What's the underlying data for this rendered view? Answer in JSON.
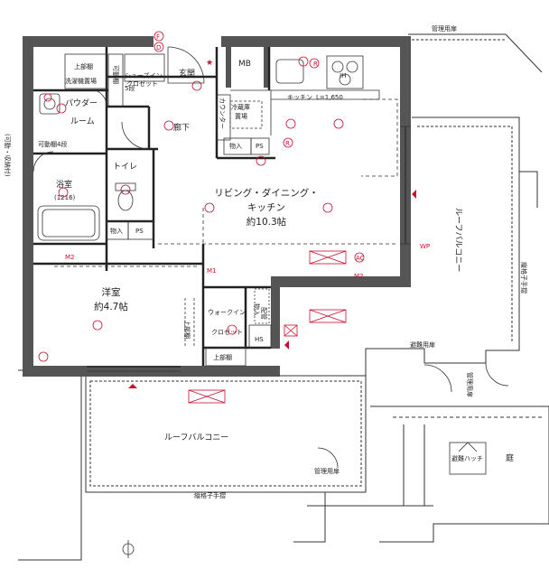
{
  "rooms": {
    "ldk_name": "リビング・ダイニング・",
    "ldk_name2": "キッチン",
    "ldk_size": "約10.3帖",
    "western_name": "洋室",
    "western_size": "約4.7帖",
    "bath_name": "浴室",
    "bath_code": "(1216)",
    "toilet": "トイレ",
    "powder_1": "パウダー",
    "powder_2": "ルーム",
    "hall": "玄関",
    "corridor": "廊下",
    "kitchen": "キッチン",
    "kitchen_height": "L=1,650",
    "mb": "MB",
    "wic_1": "ウォークイン",
    "wic_2": "クロゼット",
    "shoe_closet_1": "シューズイン",
    "shoe_closet_2": "クロゼット",
    "roof_balcony_bottom": "ルーフバルコニー",
    "roof_balcony_right": "ルーフバルコニー",
    "garden": "庭"
  },
  "labels": {
    "mgmt_door_top": "管理用扉",
    "mgmt_door_right": "管理用扉",
    "mgmt_door_bottom": "管理用扉",
    "fire_door": "避難用扉",
    "fire_hatch": "避難ハッチ",
    "railing_bottom": "縦格子手摺",
    "railing_right": "縦格子手摺",
    "fridge_1": "冷蔵庫",
    "fridge_2": "置場",
    "storage_1": "物入",
    "storage_2": "物入",
    "storage_3": "物入",
    "ps_1": "PS",
    "ps_2": "PS",
    "hs": "HS",
    "upper_shelf_1": "上部棚",
    "upper_shelf_2": "上部棚",
    "upper_shelf_3": "上部棚",
    "washer": "洗濯機置場",
    "counter": "カウンター",
    "movable_shelf_1": "可動棚",
    "movable_shelf_2": "5段",
    "movable_shelf_3": "可動棚4段",
    "tv_storage": "(可動・収納付)",
    "pipe_space": "配管",
    "stove": "IH",
    "door_f": "F",
    "door_d": "D",
    "m1": "M1",
    "m2a": "M2",
    "m2b": "M2",
    "ac": "AC",
    "wp": "WP",
    "r1": "R",
    "r2": "R"
  },
  "colors": {
    "wall": "#555555",
    "line": "#222222",
    "symbol": "#c8102e",
    "balcony_dash": "#333333"
  }
}
